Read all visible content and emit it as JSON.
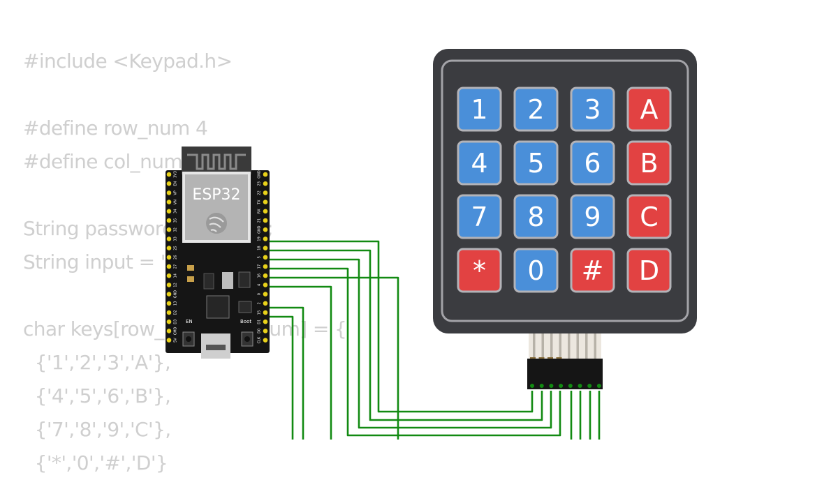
{
  "code": {
    "lines": [
      "#include <Keypad.h>",
      "",
      "#define row_num 4",
      "#define col_num 4",
      "",
      "String password = \"1111\";",
      "String input = \"\";",
      "",
      "char keys[row_num][col_num] = {",
      "  {'1','2','3','A'},",
      "  {'4','5','6','B'},",
      "  {'7','8','9','C'},",
      "  {'*','0','#','D'}"
    ]
  },
  "board": {
    "label": "ESP32",
    "en_label": "EN",
    "boot_label": "Boot",
    "pins_left": [
      "3V3",
      "EN",
      "VP",
      "VN",
      "34",
      "35",
      "32",
      "33",
      "25",
      "26",
      "27",
      "14",
      "12",
      "GND",
      "13",
      "D2",
      "D3",
      "CMD",
      "5V"
    ],
    "pins_right": [
      "GND",
      "23",
      "22",
      "TX",
      "RX",
      "21",
      "GND",
      "19",
      "18",
      "5",
      "17",
      "16",
      "4",
      "0",
      "2",
      "15",
      "D1",
      "D0",
      "CLK"
    ]
  },
  "keypad": {
    "keys": [
      "1",
      "2",
      "3",
      "A",
      "4",
      "5",
      "6",
      "B",
      "7",
      "8",
      "9",
      "C",
      "*",
      "0",
      "#",
      "D"
    ]
  },
  "colors": {
    "code_text": "#cfcfcf",
    "wire": "#128a12",
    "keypad_body": "#3b3c40",
    "key_blue": "#4a8fd9",
    "key_red": "#e24242",
    "board_pcb": "#151515",
    "pin_gold": "#e9d21a"
  }
}
